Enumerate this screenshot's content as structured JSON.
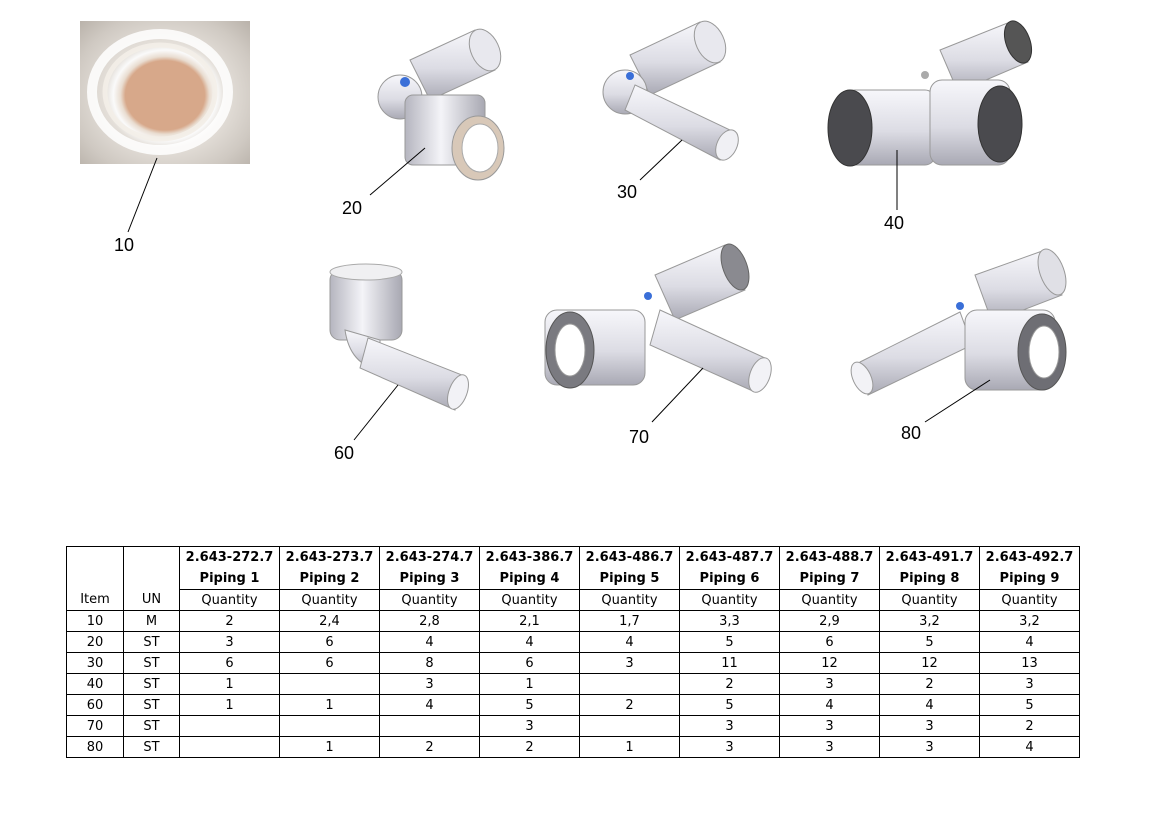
{
  "callouts": [
    "10",
    "20",
    "30",
    "40",
    "60",
    "70",
    "80"
  ],
  "table": {
    "product_codes": [
      "2.643-272.7",
      "2.643-273.7",
      "2.643-274.7",
      "2.643-386.7",
      "2.643-486.7",
      "2.643-487.7",
      "2.643-488.7",
      "2.643-491.7",
      "2.643-492.7"
    ],
    "piping_names": [
      "Piping 1",
      "Piping 2",
      "Piping 3",
      "Piping 4",
      "Piping 5",
      "Piping 6",
      "Piping 7",
      "Piping 8",
      "Piping 9"
    ],
    "col_item": "Item",
    "col_un": "UN",
    "col_quantity": "Quantity",
    "rows": [
      {
        "item": "10",
        "un": "M",
        "q": [
          "2",
          "2,4",
          "2,8",
          "2,1",
          "1,7",
          "3,3",
          "2,9",
          "3,2",
          "3,2"
        ]
      },
      {
        "item": "20",
        "un": "ST",
        "q": [
          "3",
          "6",
          "4",
          "4",
          "4",
          "5",
          "6",
          "5",
          "4"
        ]
      },
      {
        "item": "30",
        "un": "ST",
        "q": [
          "6",
          "6",
          "8",
          "6",
          "3",
          "11",
          "12",
          "12",
          "13"
        ]
      },
      {
        "item": "40",
        "un": "ST",
        "q": [
          "1",
          "",
          "3",
          "1",
          "",
          "2",
          "3",
          "2",
          "3"
        ]
      },
      {
        "item": "60",
        "un": "ST",
        "q": [
          "1",
          "1",
          "4",
          "5",
          "2",
          "5",
          "4",
          "4",
          "5"
        ]
      },
      {
        "item": "70",
        "un": "ST",
        "q": [
          "",
          "",
          "",
          "3",
          "",
          "3",
          "3",
          "3",
          "2"
        ]
      },
      {
        "item": "80",
        "un": "ST",
        "q": [
          "",
          "1",
          "2",
          "2",
          "1",
          "3",
          "3",
          "3",
          "4"
        ]
      }
    ]
  }
}
